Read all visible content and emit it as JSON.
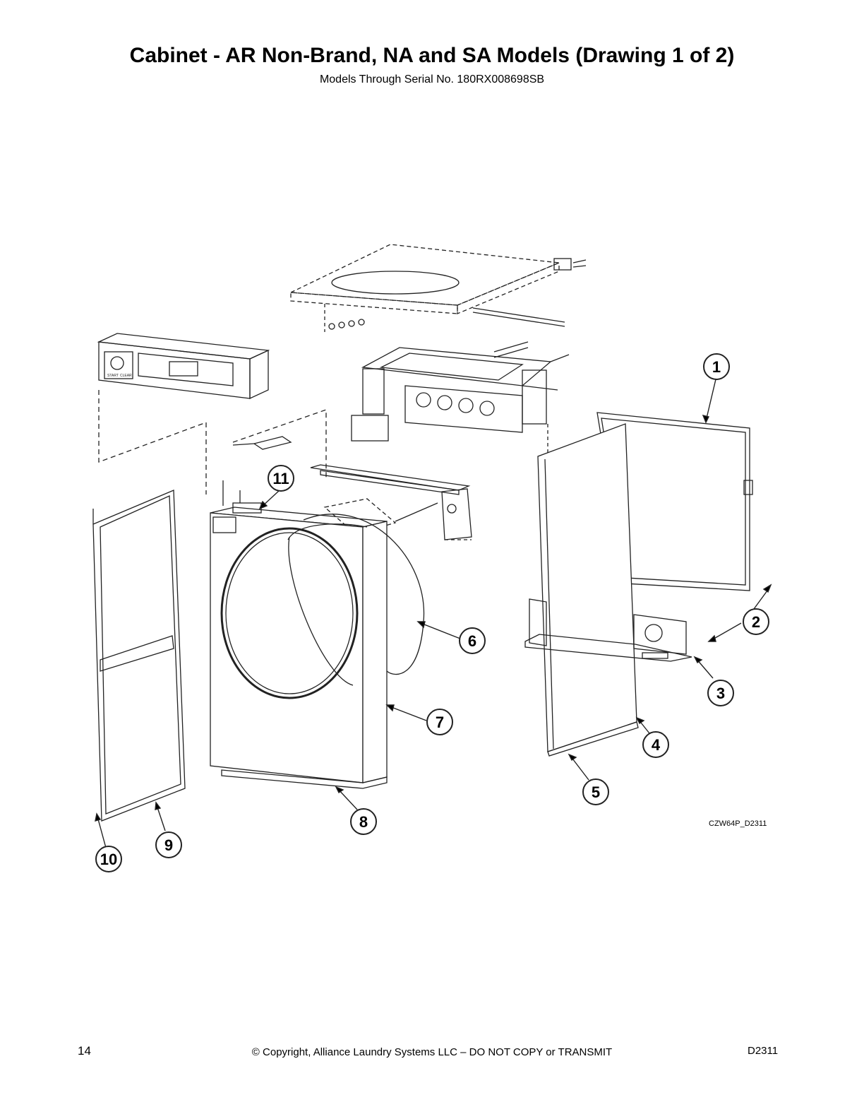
{
  "page": {
    "title": "Cabinet - AR Non-Brand, NA and SA Models (Drawing 1 of 2)",
    "subtitle": "Models Through Serial No. 180RX008698SB",
    "drawing_code": "CZW64P_D2311",
    "page_number": "14",
    "copyright": "© Copyright, Alliance Laundry Systems LLC – DO NOT COPY or TRANSMIT",
    "doc_id": "D2311"
  },
  "callouts": [
    "1",
    "2",
    "3",
    "4",
    "5",
    "6",
    "7",
    "8",
    "9",
    "10",
    "11"
  ],
  "control_labels": [
    "START",
    "CLEAR"
  ]
}
